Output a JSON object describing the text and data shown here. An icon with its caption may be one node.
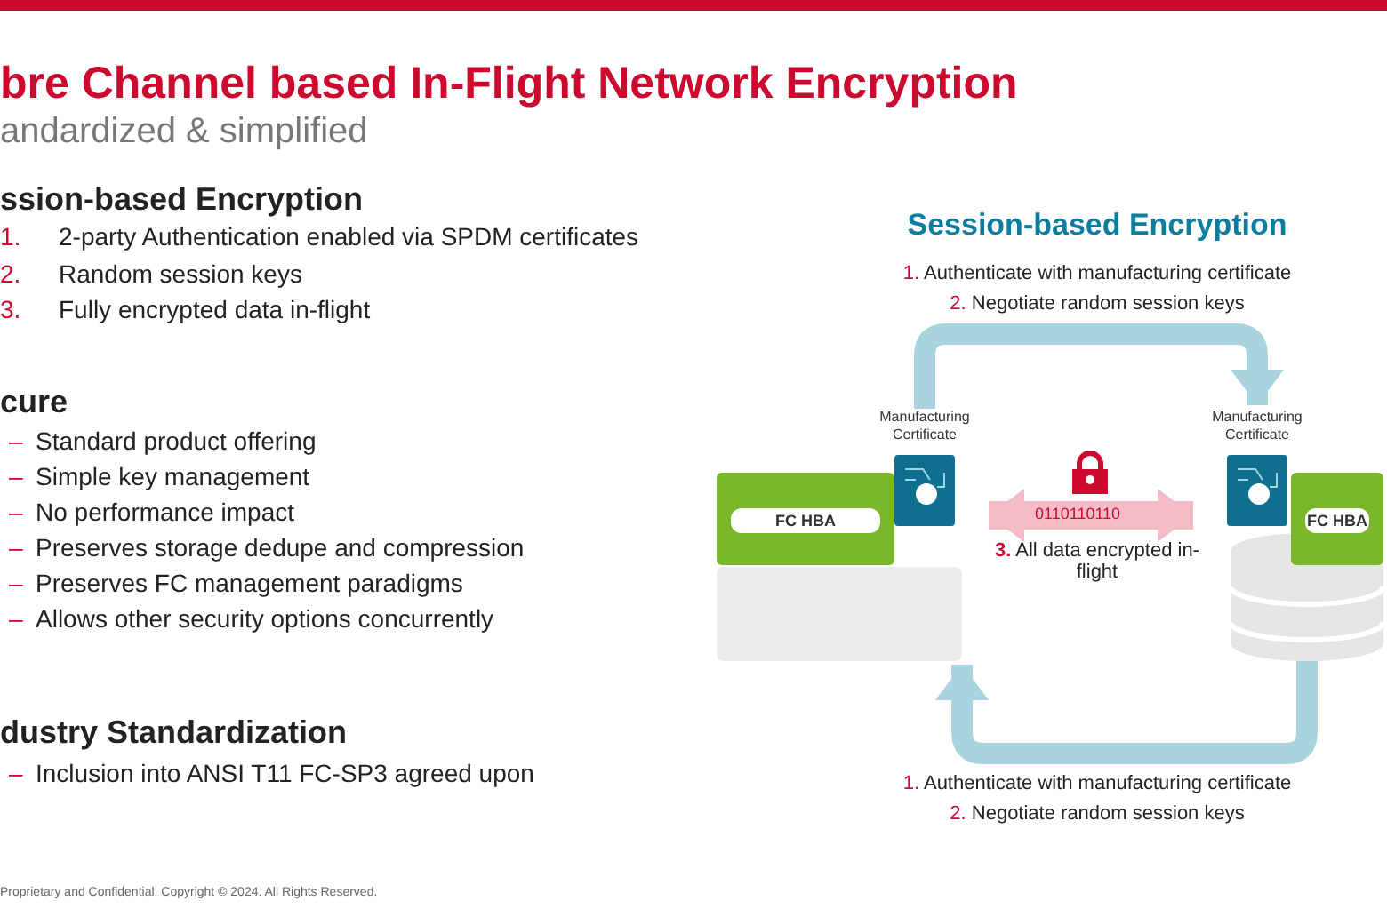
{
  "diagram": {
    "title": "bre Channel based In-Flight Network Encryption",
    "nodes": [
      {
        "text": [],
        "shape": "box"
      },
      {
        "text": [
          "FC HBA"
        ]
      },
      {
        "text": [],
        "shape": "picture",
        "beside": [
          "Manufacturing Certificate"
        ]
      },
      {
        "text": [],
        "shape": "picture",
        "beside": [
          "Manufacturing Certificate"
        ]
      },
      {
        "text": [
          "FC HBA"
        ]
      },
      {
        "text": [],
        "shape": "cylinder"
      }
    ],
    "edges": [
      {
        "from": 2,
        "to": 3,
        "arrow": "to"
      },
      {
        "from": 2,
        "to": 3,
        "arrow": "both",
        "label": "0110110110",
        "color": "#f3bcc6"
      },
      {
        "from": 5,
        "to": 0,
        "arrow": "to"
      }
    ],
    "labels": [
      "andardized & simplified",
      "ssion-based Encryption",
      "1. 2-party Authentication enabled via SPDM certificates",
      "2. Random session keys",
      "3. Fully encrypted data in-flight",
      "cure",
      "– Standard product offering",
      "– Simple key management",
      "– No performance impact",
      "– Preserves storage dedupe and compression",
      "– Preserves FC management paradigms",
      "– Allows other security options concurrently",
      "dustry Standardization",
      "– Inclusion into ANSI T11 FC-SP3 agreed upon",
      "Session-based Encryption",
      "1. Authenticate with manufacturing certificate",
      "2. Negotiate random session keys",
      "3. All data encrypted in-flight",
      "1. Authenticate with manufacturing certificate",
      "2. Negotiate random session keys",
      "Proprietary and Confidential. Copyright © 2024. All Rights Reserved."
    ]
  }
}
